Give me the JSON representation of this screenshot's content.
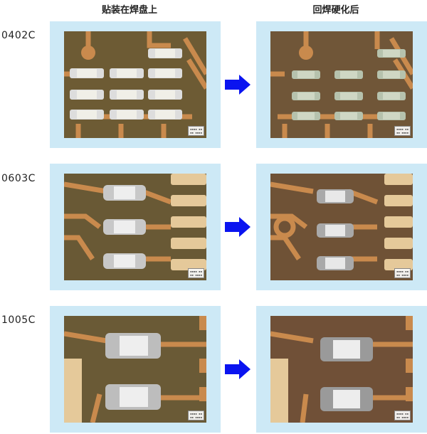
{
  "headers": {
    "left": "贴装在焊盘上",
    "right": "回焊硬化后"
  },
  "rows": [
    {
      "label": "0402C"
    },
    {
      "label": "0603C"
    },
    {
      "label": "1005C"
    }
  ],
  "colors": {
    "frame": "#cde9f6",
    "arrow": "#0a14f0",
    "copper": "#c98a4d",
    "board_before": "#4d4a2e",
    "board_after": "#5a4030"
  }
}
